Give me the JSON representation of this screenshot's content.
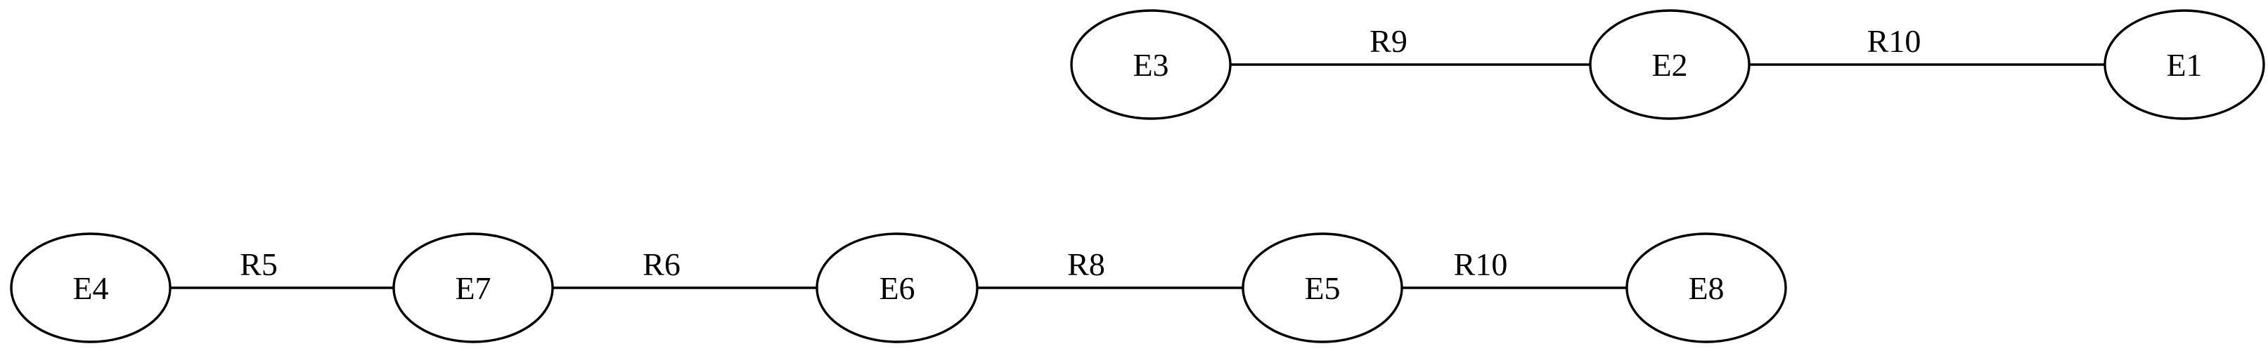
{
  "diagram": {
    "type": "graph",
    "nodes": [
      {
        "id": "E3",
        "label": "E3"
      },
      {
        "id": "E2",
        "label": "E2"
      },
      {
        "id": "E1",
        "label": "E1"
      },
      {
        "id": "E4",
        "label": "E4"
      },
      {
        "id": "E7",
        "label": "E7"
      },
      {
        "id": "E6",
        "label": "E6"
      },
      {
        "id": "E5",
        "label": "E5"
      },
      {
        "id": "E8",
        "label": "E8"
      }
    ],
    "edges": [
      {
        "from": "E3",
        "to": "E2",
        "label": "R9"
      },
      {
        "from": "E2",
        "to": "E1",
        "label": "R10"
      },
      {
        "from": "E4",
        "to": "E7",
        "label": "R5"
      },
      {
        "from": "E7",
        "to": "E6",
        "label": "R6"
      },
      {
        "from": "E6",
        "to": "E5",
        "label": "R8"
      },
      {
        "from": "E5",
        "to": "E8",
        "label": "R10"
      }
    ]
  }
}
